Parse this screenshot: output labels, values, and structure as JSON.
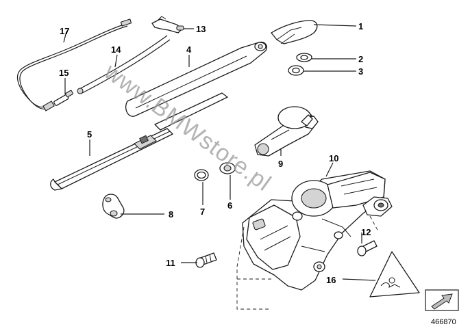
{
  "callouts": [
    "1",
    "2",
    "3",
    "4",
    "5",
    "6",
    "7",
    "8",
    "9",
    "10",
    "11",
    "12",
    "13",
    "14",
    "15",
    "16",
    "17"
  ],
  "watermark": "www.BMWstore.pl",
  "diagram_number": "466870",
  "nav_icon": "arrow-next-icon",
  "symbol_icon": "triangle-warning-icon"
}
